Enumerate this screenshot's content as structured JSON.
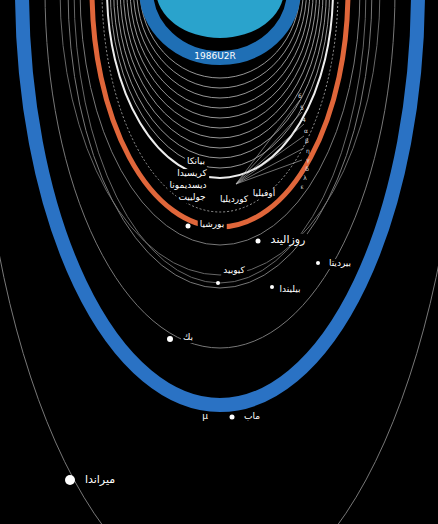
{
  "diagram": {
    "labels": [
      "1986U2R",
      "6",
      "5",
      "4",
      "α",
      "β",
      "η",
      "γ",
      "δ",
      "λ",
      "ε",
      "بيانكا",
      "كريسيدا",
      "ديسديمونا",
      "جولييت",
      "كورديليا",
      "أوفيليا",
      "بورشيا",
      "روزاليند",
      "بيرديتا",
      "كيوبيد",
      "بيليندا",
      "بك",
      "μ",
      "ماب",
      "ميراندا"
    ]
  }
}
